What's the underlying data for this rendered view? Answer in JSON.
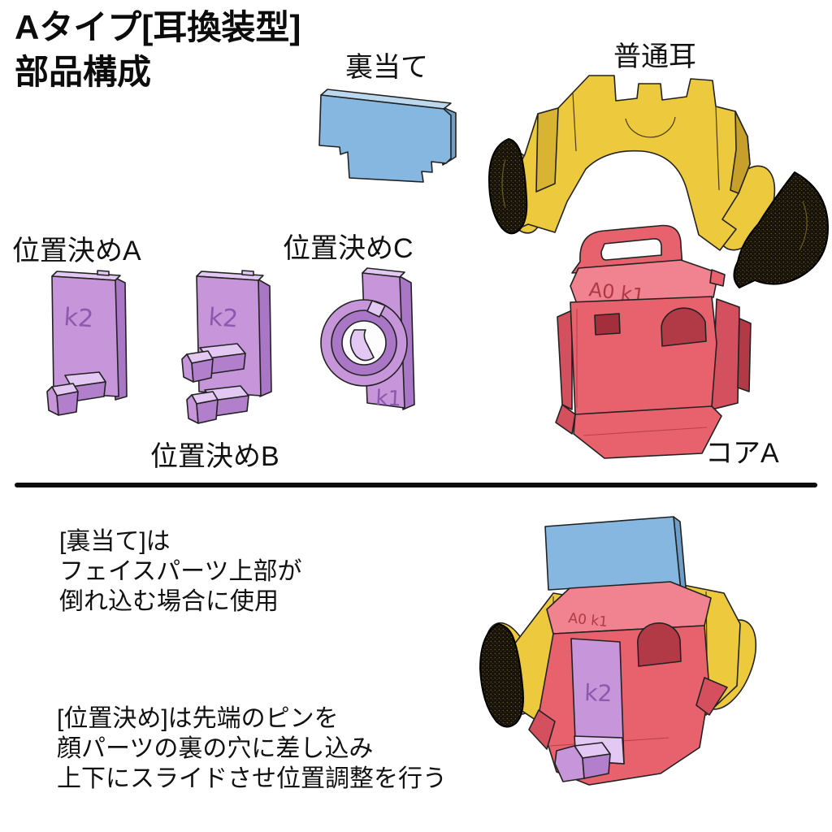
{
  "title": {
    "line1": "Aタイプ[耳換装型]",
    "line2": "部品構成"
  },
  "parts": {
    "backing": {
      "label": "裏当て"
    },
    "normal_ear": {
      "label": "普通耳"
    },
    "positioning_a": {
      "label": "位置決めA",
      "engraving": "k2"
    },
    "positioning_b": {
      "label": "位置決めB",
      "engraving": "k2"
    },
    "positioning_c": {
      "label": "位置決めC",
      "engraving": "k1"
    },
    "core_a": {
      "label": "コアA",
      "engraving": "A0 k1"
    }
  },
  "assembled": {
    "engraving_core": "A0 k1",
    "engraving_positioning": "k2"
  },
  "notes": {
    "backing_note": {
      "line1": "[裏当て]は",
      "line2": "フェイスパーツ上部が",
      "line3": "倒れ込む場合に使用"
    },
    "positioning_note": {
      "line1": "[位置決め]は先端のピンを",
      "line2": "顔パーツの裏の穴に差し込み",
      "line3": "上下にスライドさせ位置調整を行う"
    }
  },
  "colors": {
    "backing_blue": "#85b7e0",
    "ear_yellow": "#ecc93d",
    "positioning_purple": "#c795d9",
    "core_red": "#e8626e",
    "ear_texture_black": "#17120a",
    "divider_black": "#0d0d0d"
  }
}
